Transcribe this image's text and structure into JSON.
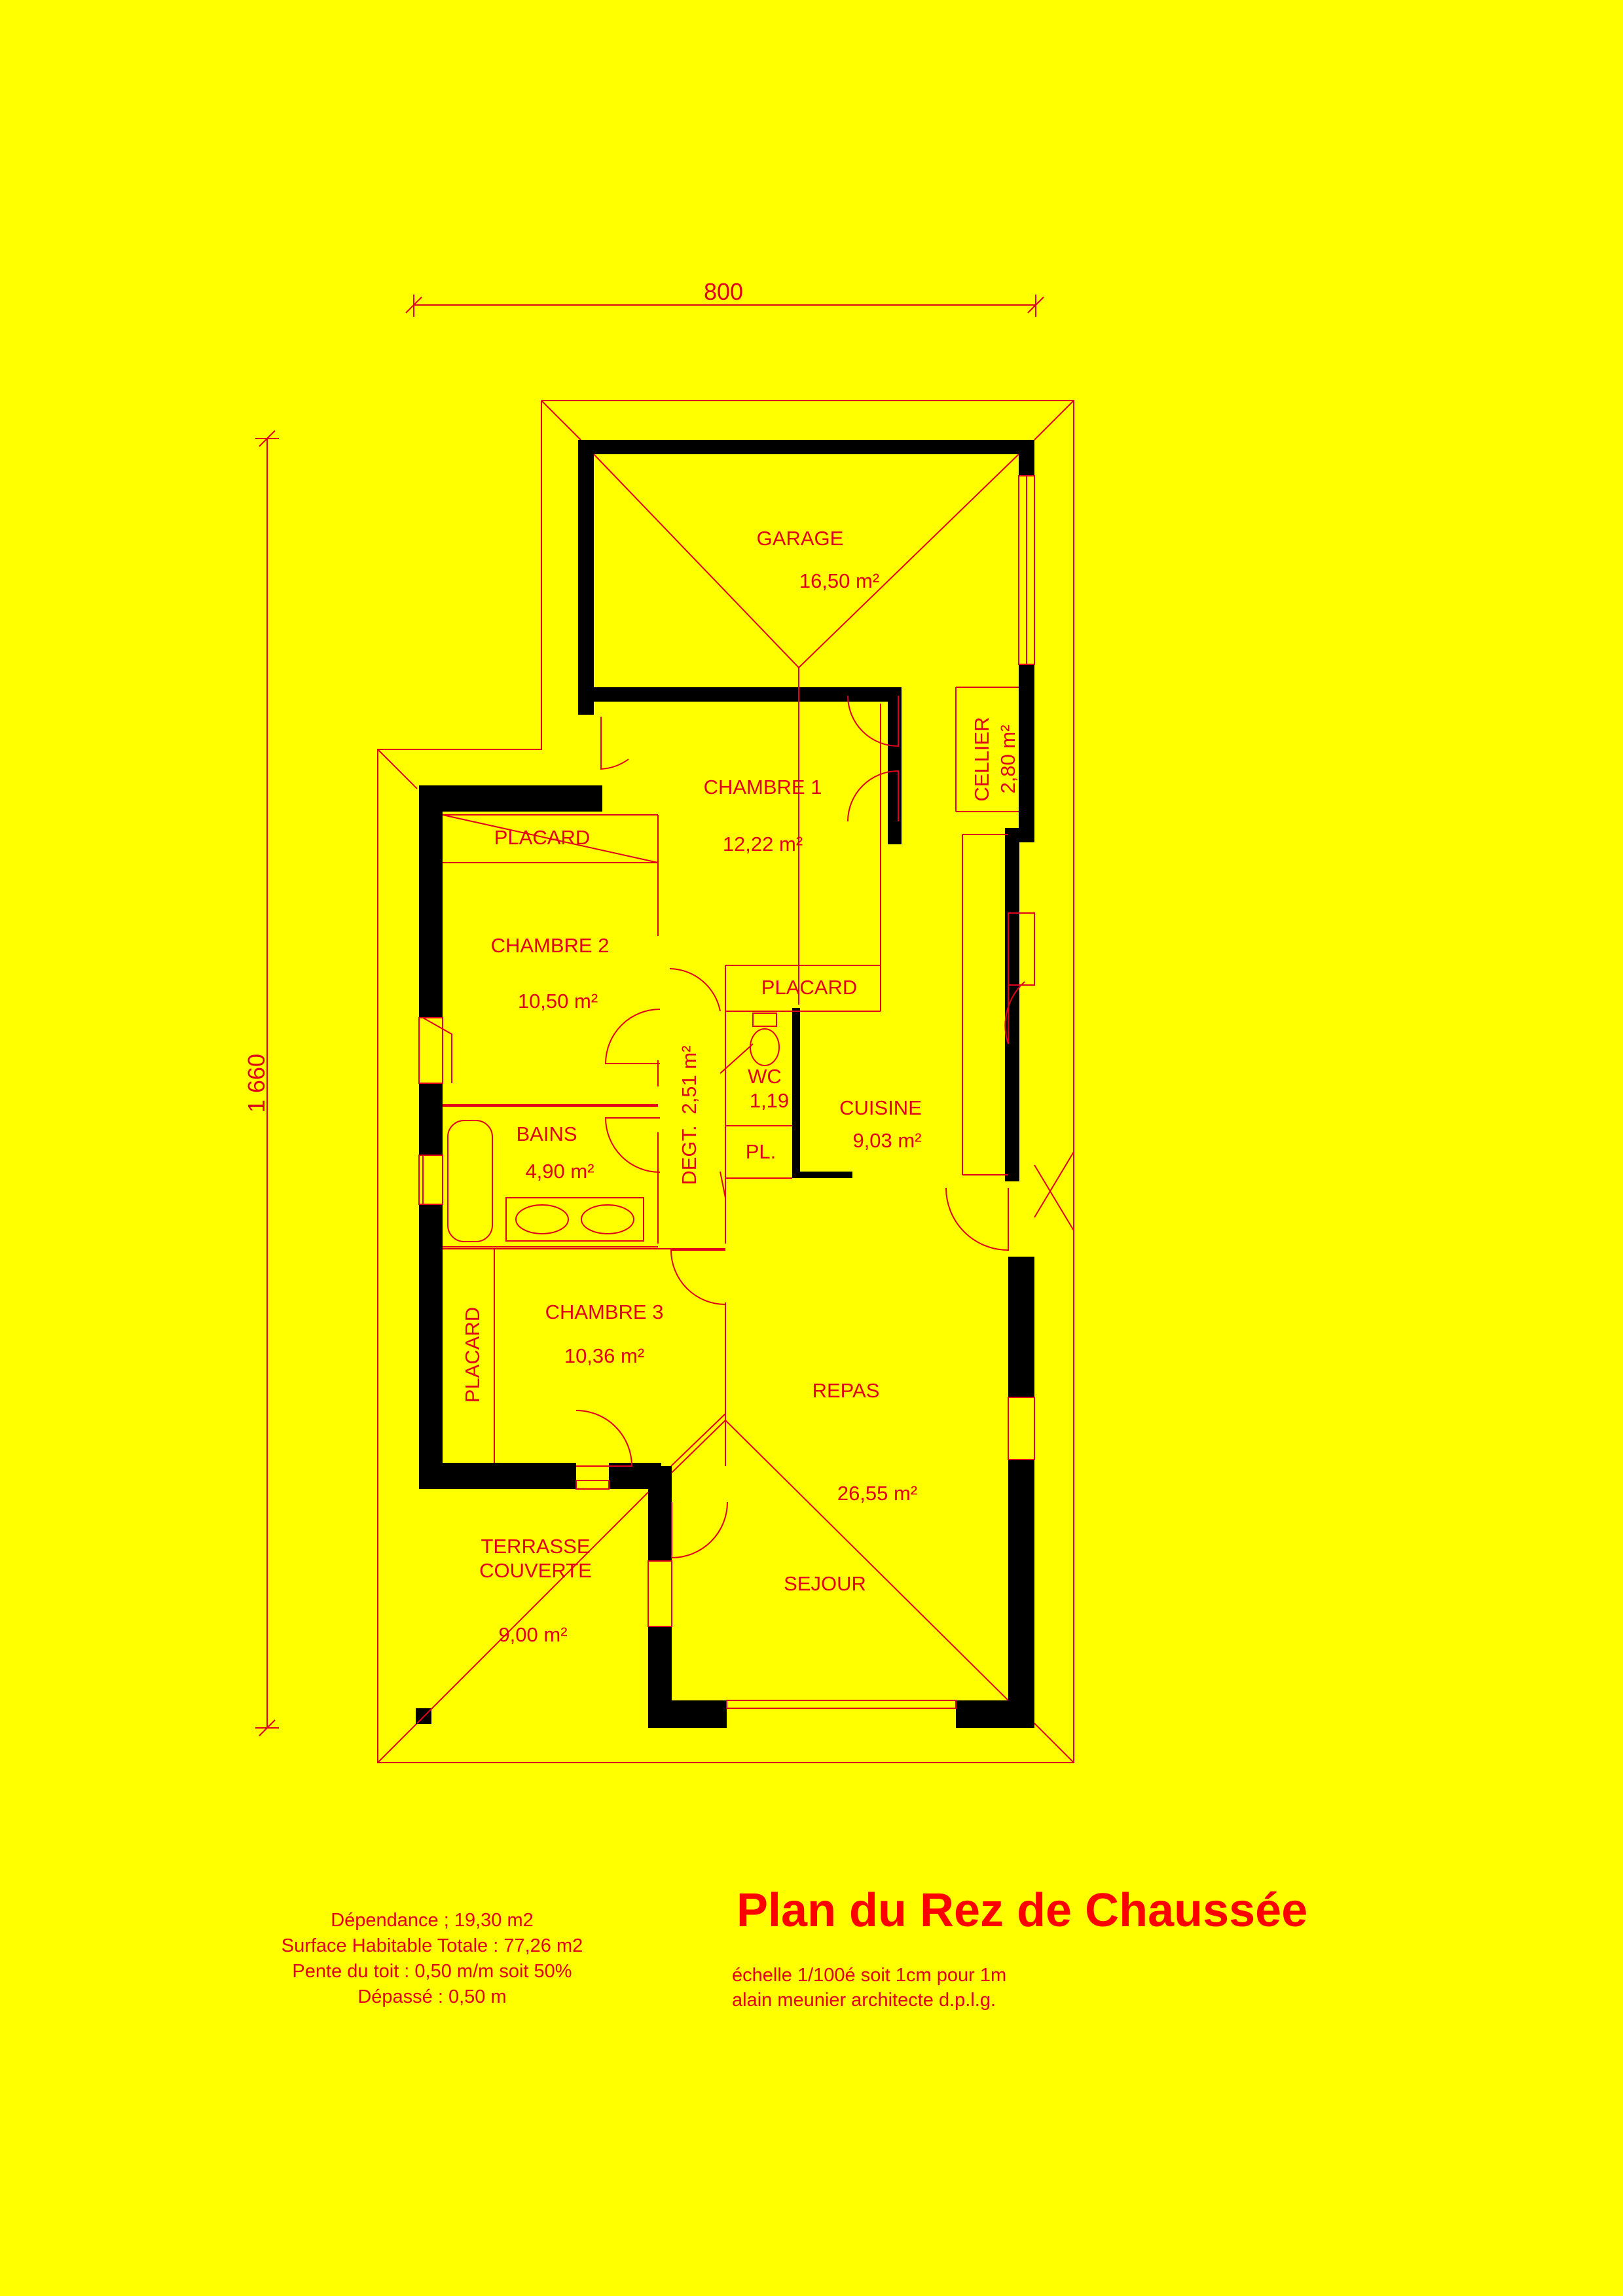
{
  "dimensions": {
    "width": "800",
    "height": "1 660"
  },
  "rooms": {
    "garage": {
      "name": "GARAGE",
      "area": "16,50 m²"
    },
    "chambre1": {
      "name": "CHAMBRE 1",
      "area": "12,22 m²"
    },
    "chambre2": {
      "name": "CHAMBRE 2",
      "area": "10,50 m²"
    },
    "chambre3": {
      "name": "CHAMBRE 3",
      "area": "10,36 m²"
    },
    "bains": {
      "name": "BAINS",
      "area": "4,90 m²"
    },
    "wc": {
      "name": "WC",
      "area": "1,19"
    },
    "cuisine": {
      "name": "CUISINE",
      "area": "9,03 m²"
    },
    "cellier": {
      "name": "CELLIER",
      "area": "2,80 m²"
    },
    "degt": {
      "name": "DEGT.",
      "area": "2,51 m²"
    },
    "repas": {
      "name": "REPAS",
      "area": "26,55 m²"
    },
    "sejour": {
      "name": "SEJOUR"
    },
    "terrasse": {
      "name_line1": "TERRASSE",
      "name_line2": "COUVERTE",
      "area": "9,00 m²"
    },
    "placard1": "PLACARD",
    "placard2": "PLACARD",
    "placard3": "PLACARD",
    "pl": "PL."
  },
  "summary": [
    "Dépendance ; 19,30 m2",
    "Surface Habitable Totale : 77,26 m2",
    "Pente du toit : 0,50 m/m soit 50%",
    "Dépassé : 0,50 m"
  ],
  "title": "Plan du Rez de Chaussée",
  "scale_note": "échelle 1/100é soit 1cm pour 1m",
  "architect": "alain meunier architecte d.p.l.g.",
  "colors": {
    "background": "#ffff00",
    "lines": "#e0001a",
    "walls": "#000000",
    "title": "#ff0000"
  }
}
